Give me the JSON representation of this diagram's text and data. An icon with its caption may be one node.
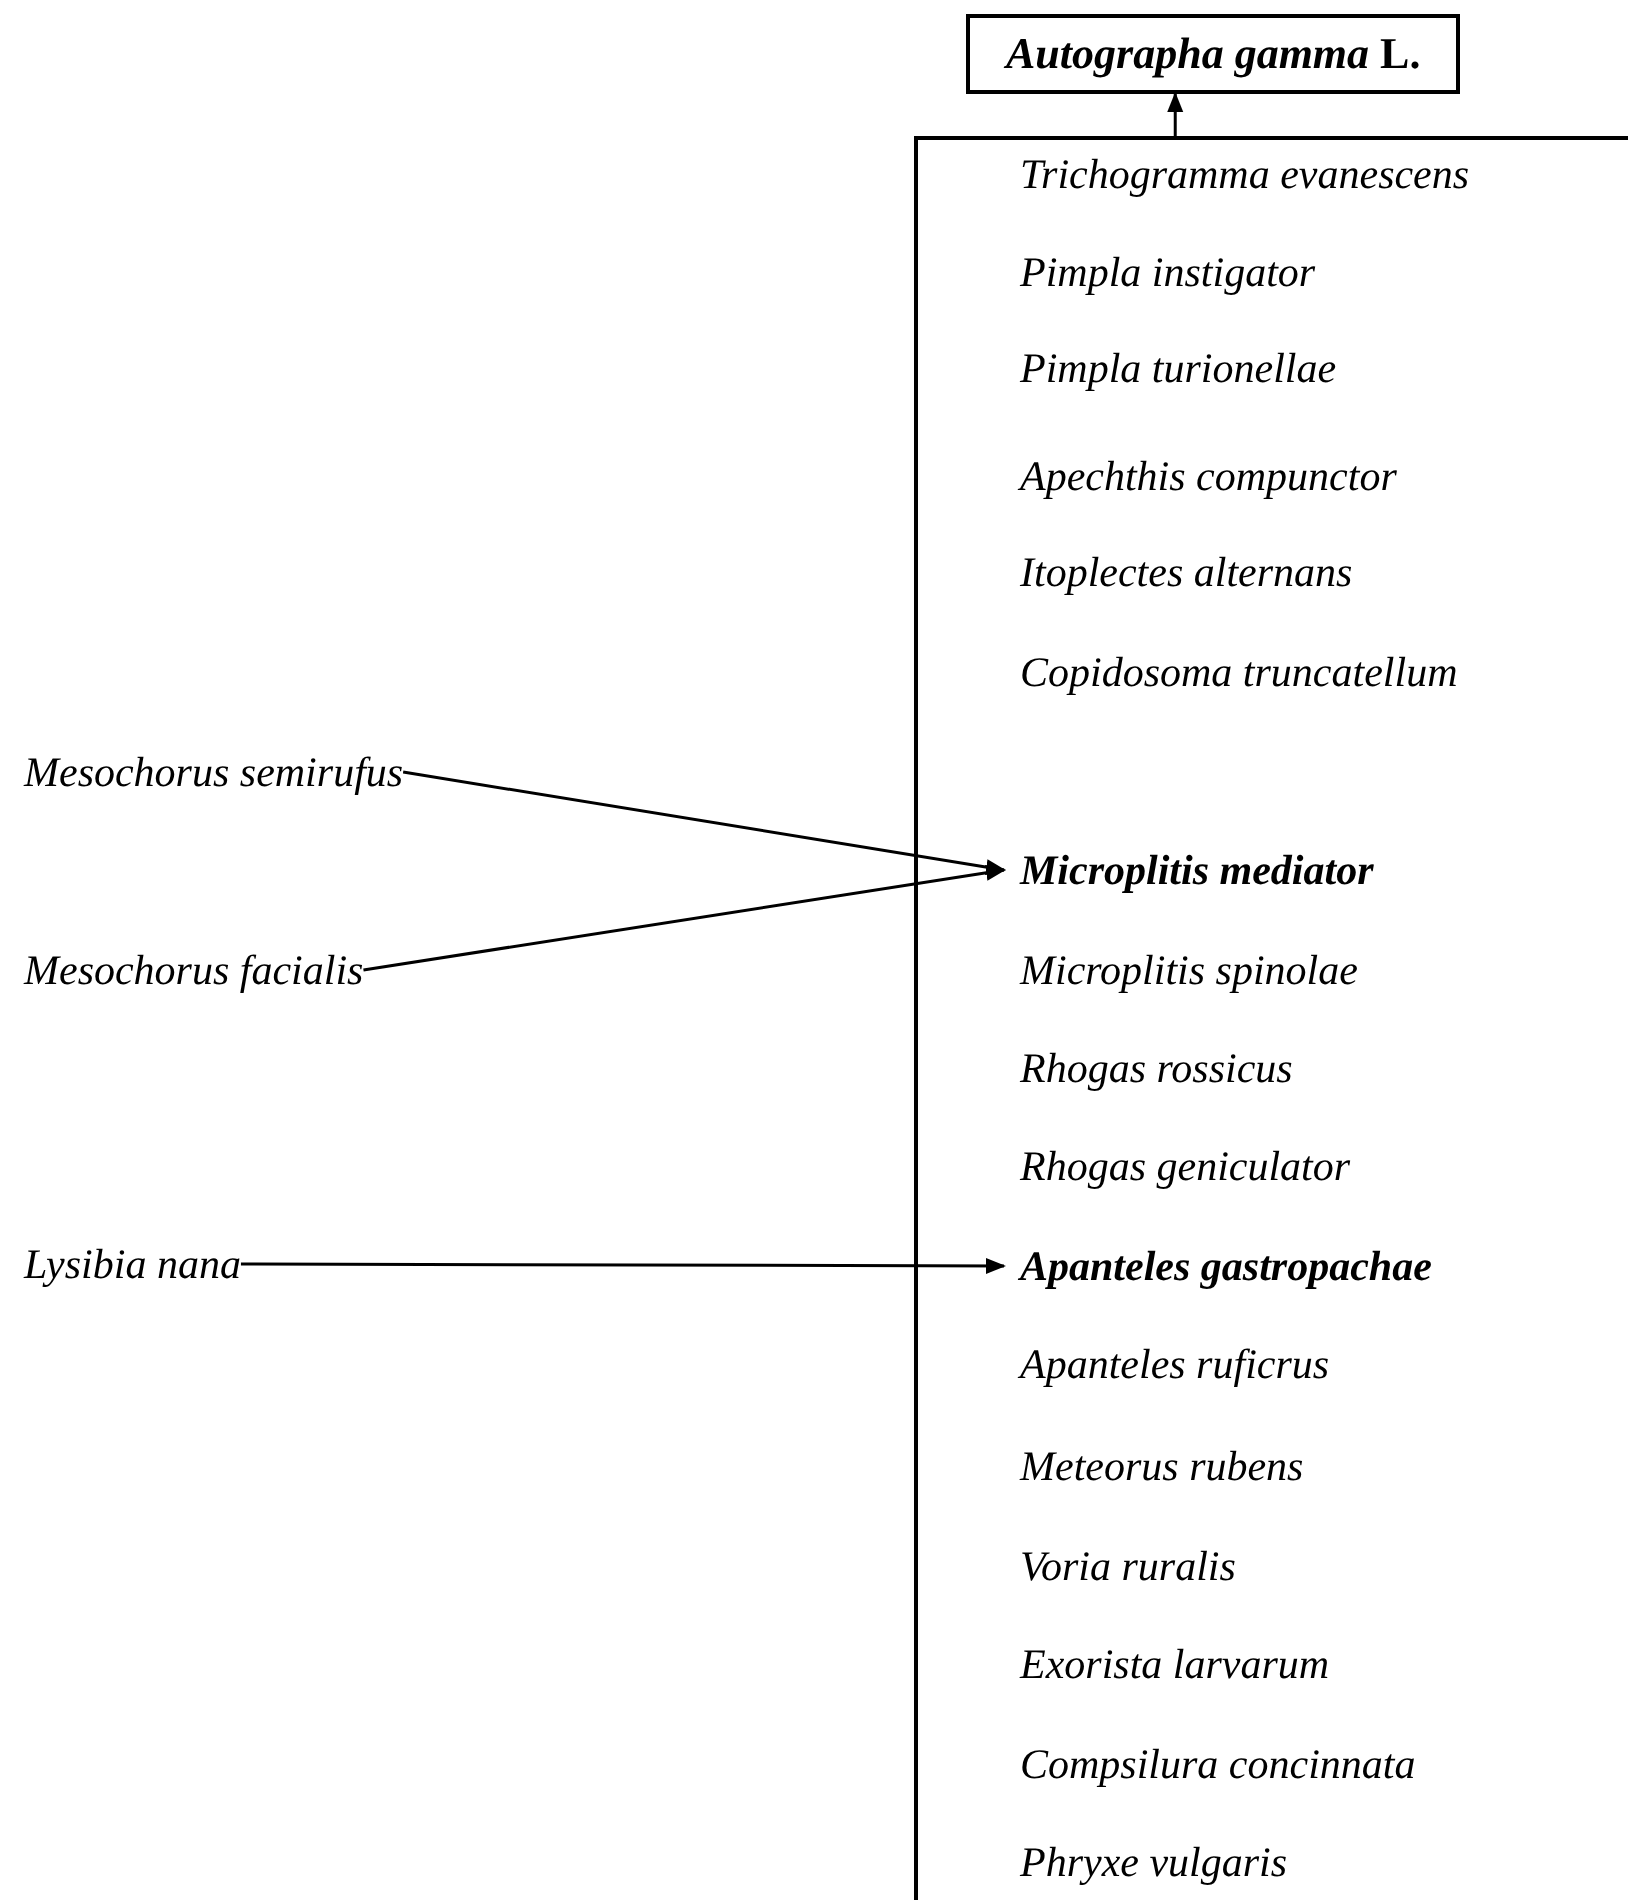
{
  "diagram": {
    "nodes": [
      {
        "text": [
          "*Autographa gamma* L."
        ]
      },
      {
        "text": [],
        "shape": "box"
      },
      {
        "text": [
          "Trichogramma evanescens"
        ],
        "in": 1
      },
      {
        "text": [
          "Pimpla instigator"
        ],
        "in": 1
      },
      {
        "text": [
          "Pimpla turionellae"
        ],
        "in": 1
      },
      {
        "text": [
          "Apechthis compunctor"
        ],
        "in": 1
      },
      {
        "text": [
          "Itoplectes alternans"
        ],
        "in": 1
      },
      {
        "text": [
          "Copidosoma truncatellum"
        ],
        "in": 1
      },
      {
        "text": [
          "Microplitis mediator"
        ],
        "in": 1
      },
      {
        "text": [
          "Microplitis spinolae"
        ],
        "in": 1
      },
      {
        "text": [
          "Rhogas rossicus"
        ],
        "in": 1
      },
      {
        "text": [
          "Rhogas geniculator"
        ],
        "in": 1
      },
      {
        "text": [
          "Apanteles gastropachae"
        ],
        "in": 1
      },
      {
        "text": [
          "Apanteles ruficrus"
        ],
        "in": 1
      },
      {
        "text": [
          "Meteorus rubens"
        ],
        "in": 1
      },
      {
        "text": [
          "Voria ruralis"
        ],
        "in": 1
      },
      {
        "text": [
          "Exorista larvarum"
        ],
        "in": 1
      },
      {
        "text": [
          "Compsilura concinnata"
        ],
        "in": 1
      },
      {
        "text": [
          "Phryxe vulgaris"
        ],
        "in": 1
      },
      {
        "text": [
          "Mesochorus semirufus"
        ]
      },
      {
        "text": [
          "Mesochorus facialis"
        ]
      },
      {
        "text": [
          "Lysibia nana"
        ]
      }
    ],
    "edges": [
      {
        "from": 1,
        "to": 0,
        "arrow": "to"
      },
      {
        "from": 19,
        "to": 8,
        "arrow": "to"
      },
      {
        "from": 20,
        "to": 8,
        "arrow": "to"
      },
      {
        "from": 21,
        "to": 12,
        "arrow": "to"
      }
    ]
  }
}
